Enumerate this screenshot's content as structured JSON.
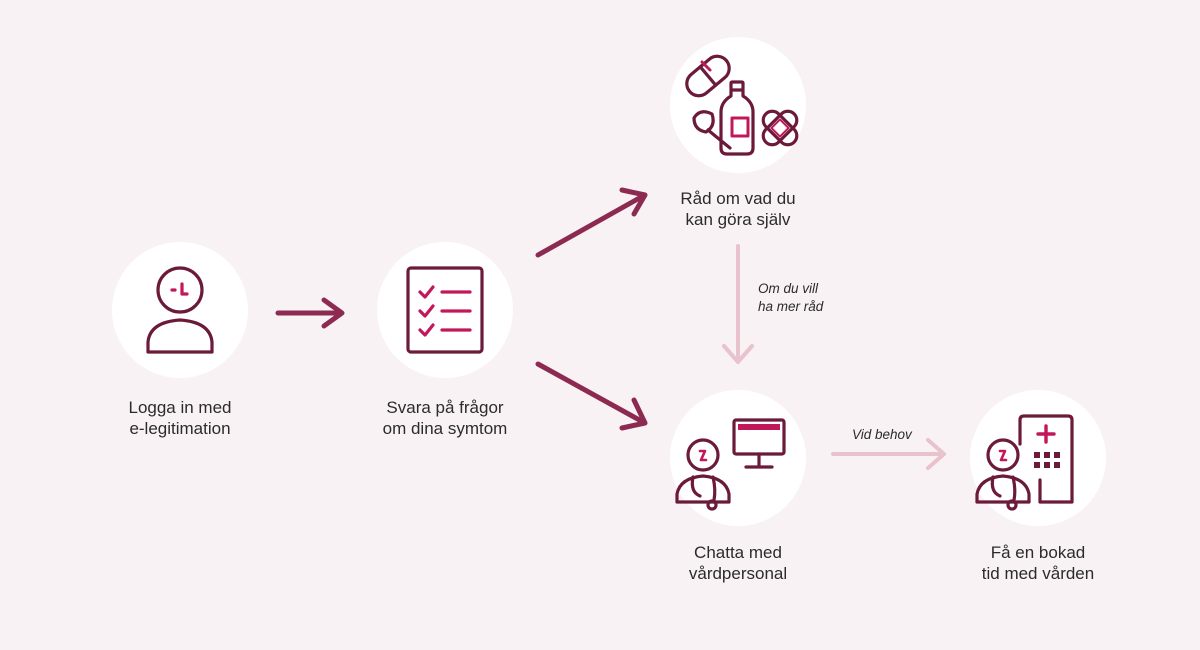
{
  "colors": {
    "background": "#f9f2f4",
    "circle": "#ffffff",
    "dark": "#6b1a3a",
    "accent": "#c2185b",
    "arrow_strong": "#8c2a52",
    "arrow_light": "#e8c2cd"
  },
  "steps": [
    {
      "id": "login",
      "label": "Logga in med\ne-legitimation",
      "icon": "person-icon"
    },
    {
      "id": "answer",
      "label": "Svara på frågor\nom dina symtom",
      "icon": "checklist-icon"
    },
    {
      "id": "advice",
      "label": "Råd om vad du\nkan göra själv",
      "icon": "medicine-icon"
    },
    {
      "id": "chat",
      "label": "Chatta med\nvårdpersonal",
      "icon": "doctor-computer-icon"
    },
    {
      "id": "booking",
      "label": "Få en bokad\ntid med vården",
      "icon": "doctor-hospital-icon"
    }
  ],
  "edges": [
    {
      "from": "login",
      "to": "answer",
      "style": "strong"
    },
    {
      "from": "answer",
      "to": "advice",
      "style": "strong"
    },
    {
      "from": "answer",
      "to": "chat",
      "style": "strong"
    },
    {
      "from": "advice",
      "to": "chat",
      "style": "light",
      "label": "Om du vill\nha mer råd"
    },
    {
      "from": "chat",
      "to": "booking",
      "style": "light",
      "label": "Vid behov"
    }
  ]
}
